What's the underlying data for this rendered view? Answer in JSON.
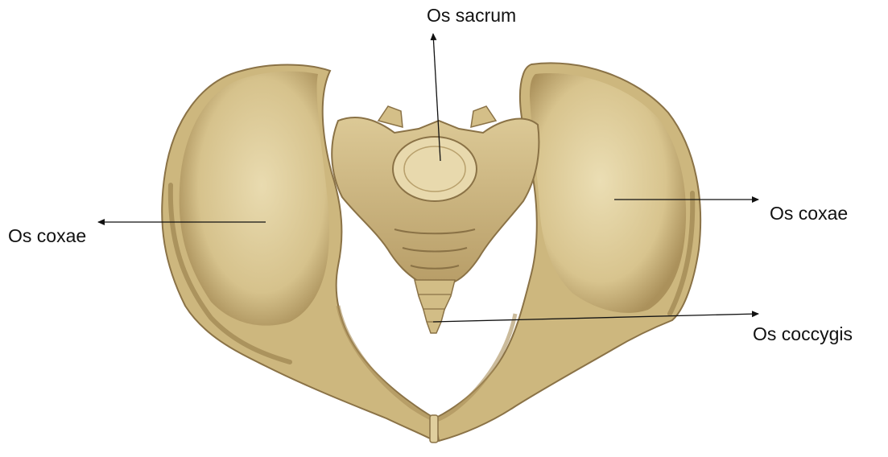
{
  "labels": {
    "sacrum": "Os sacrum",
    "coxae_left": "Os coxae",
    "coxae_right": "Os coxae",
    "coccygis": "Os coccygis"
  },
  "colors": {
    "background": "#ffffff",
    "bone_light": "#e6d6a8",
    "bone_mid": "#d4bf88",
    "bone_dark": "#a88e58",
    "bone_shadow": "#8a7246",
    "arrow": "#111111",
    "text": "#111111"
  }
}
